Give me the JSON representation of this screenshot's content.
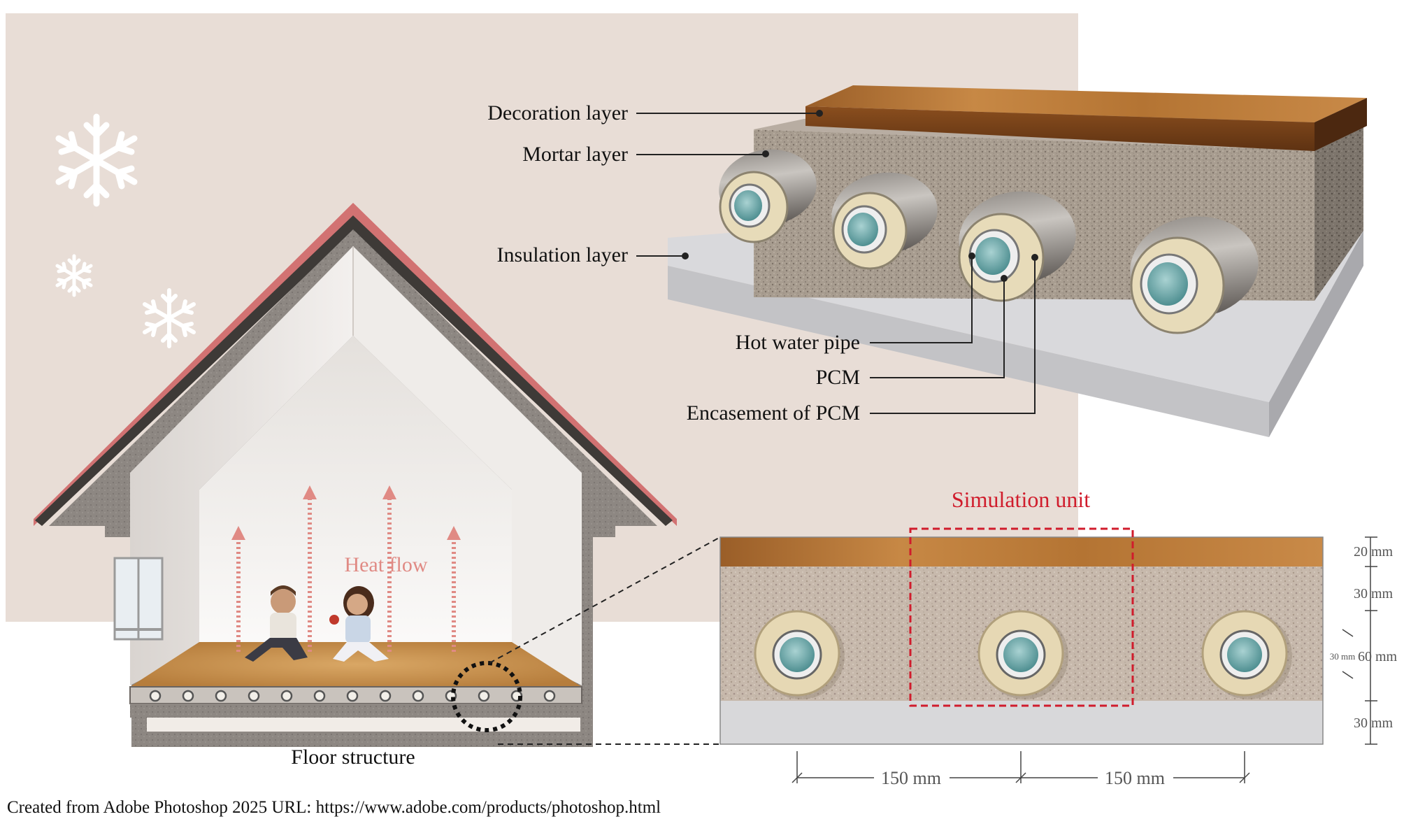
{
  "layer_labels": {
    "decoration": "Decoration layer",
    "mortar": "Mortar layer",
    "insulation": "Insulation layer",
    "hot_water_pipe": "Hot water pipe",
    "pcm": "PCM",
    "encasement": "Encasement of PCM"
  },
  "house": {
    "heat_flow": "Heat flow",
    "floor_structure": "Floor structure"
  },
  "section": {
    "simulation_unit": "Simulation unit",
    "dims_right": [
      "20 mm",
      "30 mm",
      "60 mm",
      "30 mm"
    ],
    "dim_small": "30 mm",
    "dims_bottom": [
      "150 mm",
      "150 mm"
    ]
  },
  "footer": "Created from Adobe Photoshop 2025  URL: https://www.adobe.com/products/photoshop.html",
  "colors": {
    "background_panel": "#e8ddd6",
    "wood": "#b87838",
    "mortar": "#a09688",
    "insulation": "#d8d8da",
    "pcm": "#e6d8b4",
    "roof": "#d27272",
    "simulation_unit": "#d01c2c",
    "heat_flow": "#e08a84"
  },
  "icons": [
    "snowflake-icon",
    "snowflake-icon",
    "snowflake-icon"
  ]
}
